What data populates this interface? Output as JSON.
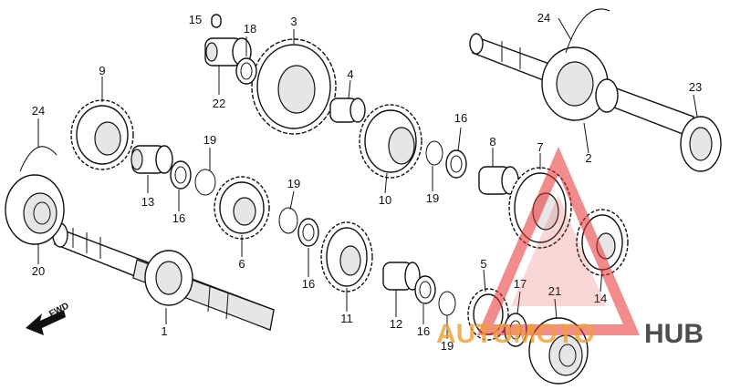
{
  "diagram": {
    "callouts": [
      {
        "id": "1",
        "text": "1"
      },
      {
        "id": "2",
        "text": "2"
      },
      {
        "id": "3",
        "text": "3"
      },
      {
        "id": "4",
        "text": "4"
      },
      {
        "id": "5",
        "text": "5"
      },
      {
        "id": "6",
        "text": "6"
      },
      {
        "id": "7",
        "text": "7"
      },
      {
        "id": "8",
        "text": "8"
      },
      {
        "id": "9",
        "text": "9"
      },
      {
        "id": "10",
        "text": "10"
      },
      {
        "id": "11",
        "text": "11"
      },
      {
        "id": "12",
        "text": "12"
      },
      {
        "id": "13",
        "text": "13"
      },
      {
        "id": "14",
        "text": "14"
      },
      {
        "id": "15",
        "text": "15"
      },
      {
        "id": "16a",
        "text": "16"
      },
      {
        "id": "16b",
        "text": "16"
      },
      {
        "id": "16c",
        "text": "16"
      },
      {
        "id": "16d",
        "text": "16"
      },
      {
        "id": "17",
        "text": "17"
      },
      {
        "id": "18",
        "text": "18"
      },
      {
        "id": "19a",
        "text": "19"
      },
      {
        "id": "19b",
        "text": "19"
      },
      {
        "id": "19c",
        "text": "19"
      },
      {
        "id": "19d",
        "text": "19"
      },
      {
        "id": "20",
        "text": "20"
      },
      {
        "id": "21",
        "text": "21"
      },
      {
        "id": "22",
        "text": "22"
      },
      {
        "id": "23",
        "text": "23"
      },
      {
        "id": "24a",
        "text": "24"
      },
      {
        "id": "24b",
        "text": "24"
      }
    ],
    "direction_label": "FWD"
  },
  "watermark": {
    "text_part1": "AUTOMOTO",
    "text_part2": "HUB",
    "color_accent": "#f0a030",
    "color_dark": "#222222",
    "triangle_color": "#e83030"
  }
}
